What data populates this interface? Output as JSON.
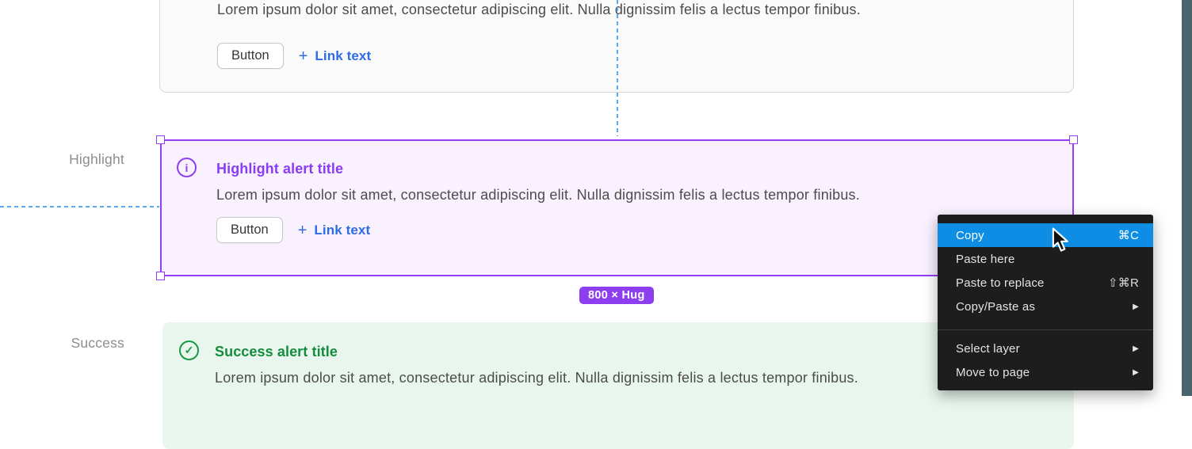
{
  "canvas": {
    "side_labels": {
      "highlight": "Highlight",
      "success": "Success"
    },
    "neutral_alert": {
      "body": "Lorem ipsum dolor sit amet, consectetur adipiscing elit. Nulla dignissim felis a lectus tempor finibus.",
      "button_label": "Button",
      "link_plus": "+",
      "link_label": "Link text"
    },
    "highlight_alert": {
      "icon": "info-circle-icon",
      "icon_glyph": "i",
      "title": "Highlight alert title",
      "body": "Lorem ipsum dolor sit amet, consectetur adipiscing elit. Nulla dignissim felis a lectus tempor finibus.",
      "button_label": "Button",
      "link_plus": "+",
      "link_label": "Link text"
    },
    "success_alert": {
      "icon": "check-circle-icon",
      "icon_glyph": "✓",
      "title": "Success alert title",
      "body": "Lorem ipsum dolor sit amet, consectetur adipiscing elit. Nulla dignissim felis a lectus tempor finibus."
    },
    "selection": {
      "size_badge": "800 × Hug"
    }
  },
  "context_menu": {
    "items": [
      {
        "label": "Copy",
        "shortcut": "⌘C",
        "selected": true
      },
      {
        "label": "Paste here",
        "shortcut": ""
      },
      {
        "label": "Paste to replace",
        "shortcut": "⇧⌘R"
      },
      {
        "label": "Copy/Paste as",
        "submenu": "▶"
      },
      {
        "label": "Select layer",
        "submenu": "▶"
      },
      {
        "label": "Move to page",
        "submenu": "▶"
      }
    ]
  },
  "colors": {
    "selection_purple": "#943df2",
    "highlight_bg": "#f9f1fe",
    "success_green": "#189a43",
    "success_bg": "#e9f6ee",
    "link_blue": "#2d6ce5",
    "guide_blue": "#57a9f1",
    "menu_bg": "#1d1d1d",
    "menu_selected_blue": "#0d8de4",
    "badge_purple": "#8d3ff0",
    "right_bar_teal": "#48646e"
  }
}
